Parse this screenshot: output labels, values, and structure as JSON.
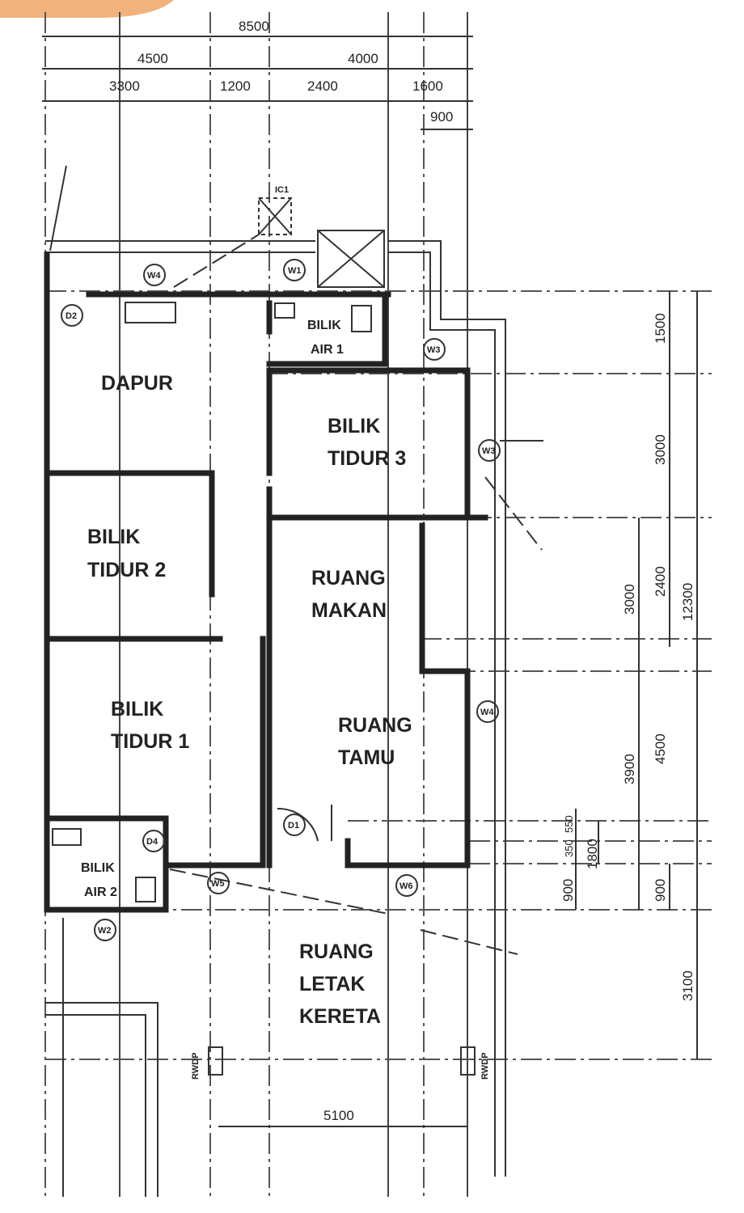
{
  "accent_color": "#F2B27C",
  "dimensions_top": {
    "overall": "8500",
    "left_half": "4500",
    "right_half": "4000",
    "seg1": "3300",
    "seg2": "1200",
    "seg3": "2400",
    "seg4": "1600",
    "offset": "900"
  },
  "dimensions_right": {
    "d1500": "1500",
    "d3000a": "3000",
    "d3000b": "3000",
    "d2400": "2400",
    "d12300": "12300",
    "d3900": "3900",
    "d4500": "4500",
    "d550": "550",
    "d350": "350",
    "d1800": "1800",
    "d900a": "900",
    "d900b": "900",
    "d3100": "3100"
  },
  "dimension_bottom": "5100",
  "rooms": {
    "dapur": [
      "DAPUR"
    ],
    "bilik_air_1": [
      "BILIK",
      "AIR 1"
    ],
    "bilik_tidur_3": [
      "BILIK",
      "TIDUR 3"
    ],
    "bilik_tidur_2": [
      "BILIK",
      "TIDUR 2"
    ],
    "ruang_makan": [
      "RUANG",
      "MAKAN"
    ],
    "bilik_tidur_1": [
      "BILIK",
      "TIDUR 1"
    ],
    "ruang_tamu": [
      "RUANG",
      "TAMU"
    ],
    "bilik_air_2": [
      "BILIK",
      "AIR 2"
    ],
    "ruang_letak_kereta": [
      "RUANG",
      "LETAK",
      "KERETA"
    ]
  },
  "tags": {
    "ic1": "IC1",
    "w4_top": "W4",
    "w1": "W1",
    "d2": "D2",
    "w3_top": "W3",
    "w3_side": "W3",
    "w4_side": "W4",
    "d1": "D1",
    "d4": "D4",
    "w5": "W5",
    "w6": "W6",
    "w2": "W2",
    "rwdp_left": "RWDP",
    "rwdp_right": "RWDP"
  }
}
